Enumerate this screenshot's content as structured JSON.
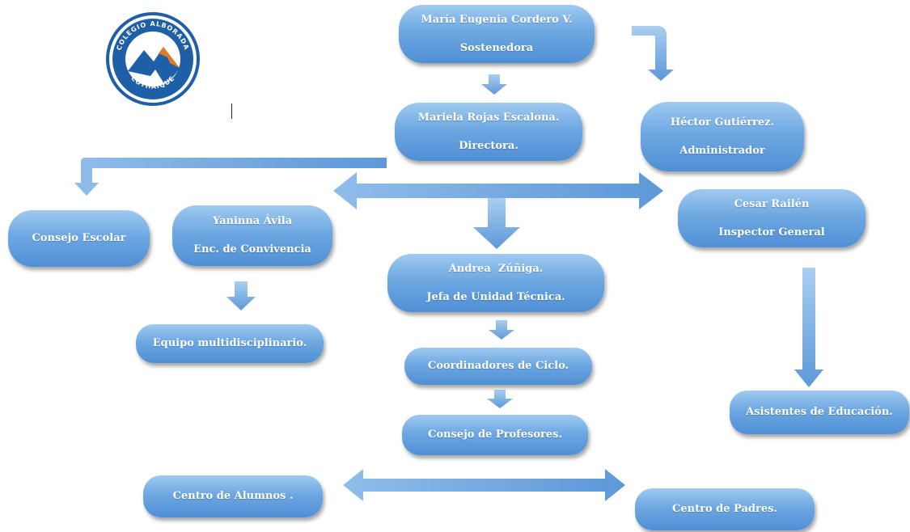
{
  "colors": {
    "box_top": "#9fcaf0",
    "box_bottom": "#4f8fd4",
    "arrow_light": "#a9cff0",
    "arrow_dark": "#5d98d8",
    "logo_blue": "#1f5fa8",
    "logo_orange": "#e07b2a"
  },
  "logo": {
    "text_top": "COLEGIO ALBORADA",
    "text_bottom": "COYHAIQUE"
  },
  "nodes": {
    "sostenedora": {
      "line1": "María Eugenia Cordero V.",
      "line2": "Sostenedora"
    },
    "directora": {
      "line1": "Mariela Rojas Escalona.",
      "line2": "Directora."
    },
    "administrador": {
      "line1": "Héctor Gutiérrez.",
      "line2": "Administrador"
    },
    "inspector": {
      "line1": "Cesar Railén",
      "line2": "Inspector General"
    },
    "consejo_escolar": {
      "line1": "Consejo Escolar"
    },
    "convivencia": {
      "line1": "Yaninna Ávila",
      "line2": "Enc. de Convivencia"
    },
    "jefa_utp": {
      "line1": "Andrea  Zúñiga.",
      "line2": "Jefa de Unidad Técnica."
    },
    "equipo": {
      "line1": "Equipo multidisciplinario."
    },
    "coordinadores": {
      "line1": "Coordinadores de Ciclo."
    },
    "profesores": {
      "line1": "Consejo de Profesores."
    },
    "asistentes": {
      "line1": "Asistentes de Educación."
    },
    "alumnos": {
      "line1": "Centro de Alumnos ."
    },
    "padres": {
      "line1": "Centro de Padres."
    }
  }
}
